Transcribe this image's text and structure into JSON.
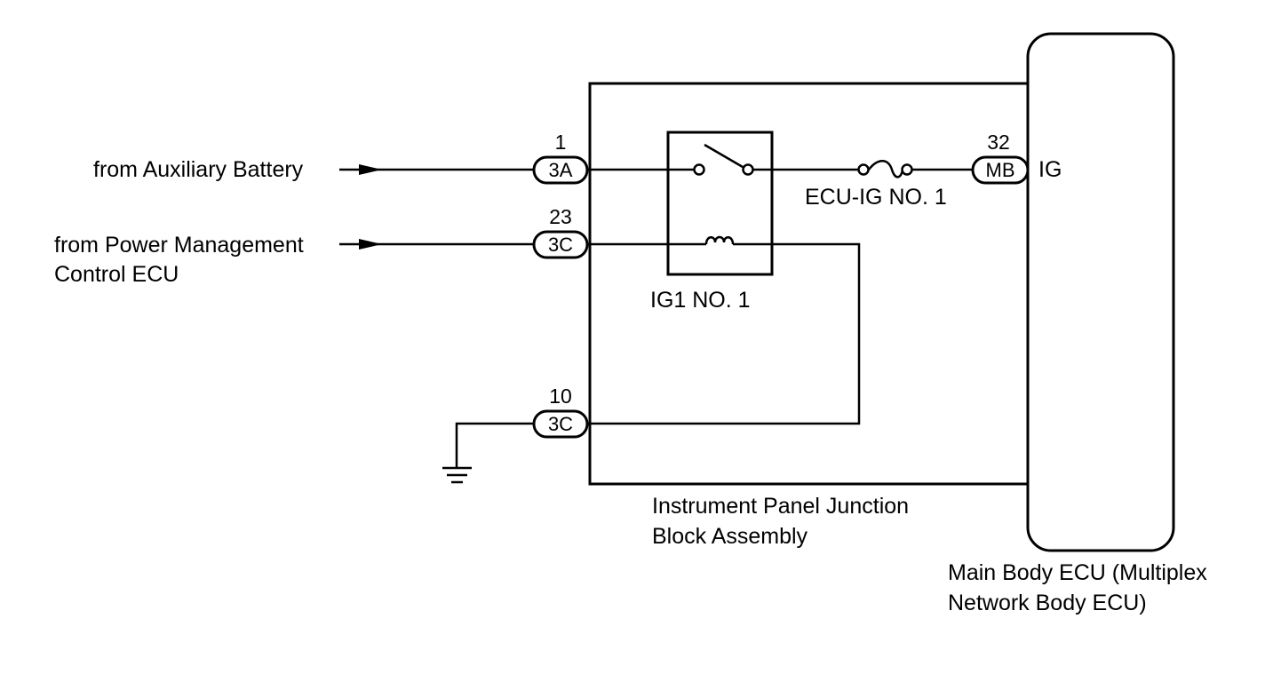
{
  "labels": {
    "source_battery": "from Auxiliary Battery",
    "source_pm_line1": "from Power Management",
    "source_pm_line2": "Control ECU",
    "relay_name": "IG1 NO. 1",
    "fuse_name": "ECU-IG NO. 1",
    "junction_line1": "Instrument Panel Junction",
    "junction_line2": "Block Assembly",
    "ecu_line1": "Main Body ECU (Multiplex",
    "ecu_line2": "Network Body ECU)",
    "ecu_terminal": "IG"
  },
  "connectors": {
    "battery_in": {
      "pin": "1",
      "code": "3A"
    },
    "pm_in": {
      "pin": "23",
      "code": "3C"
    },
    "ground": {
      "pin": "10",
      "code": "3C"
    },
    "ecu_ig": {
      "pin": "32",
      "code": "MB"
    }
  },
  "colors": {
    "line": "#000000",
    "background": "#ffffff"
  }
}
